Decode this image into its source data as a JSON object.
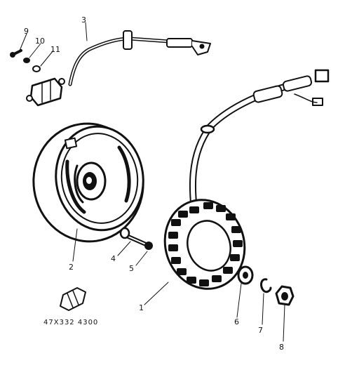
{
  "callouts": {
    "c1": "1",
    "c2": "2",
    "c3": "3",
    "c4": "4",
    "c5": "5",
    "c6": "6",
    "c7": "7",
    "c8": "8",
    "c9": "9",
    "c10": "10",
    "c11": "11"
  },
  "diagram_code": "47X332 4300",
  "colors": {
    "ink": "#111111",
    "paper": "#ffffff"
  }
}
